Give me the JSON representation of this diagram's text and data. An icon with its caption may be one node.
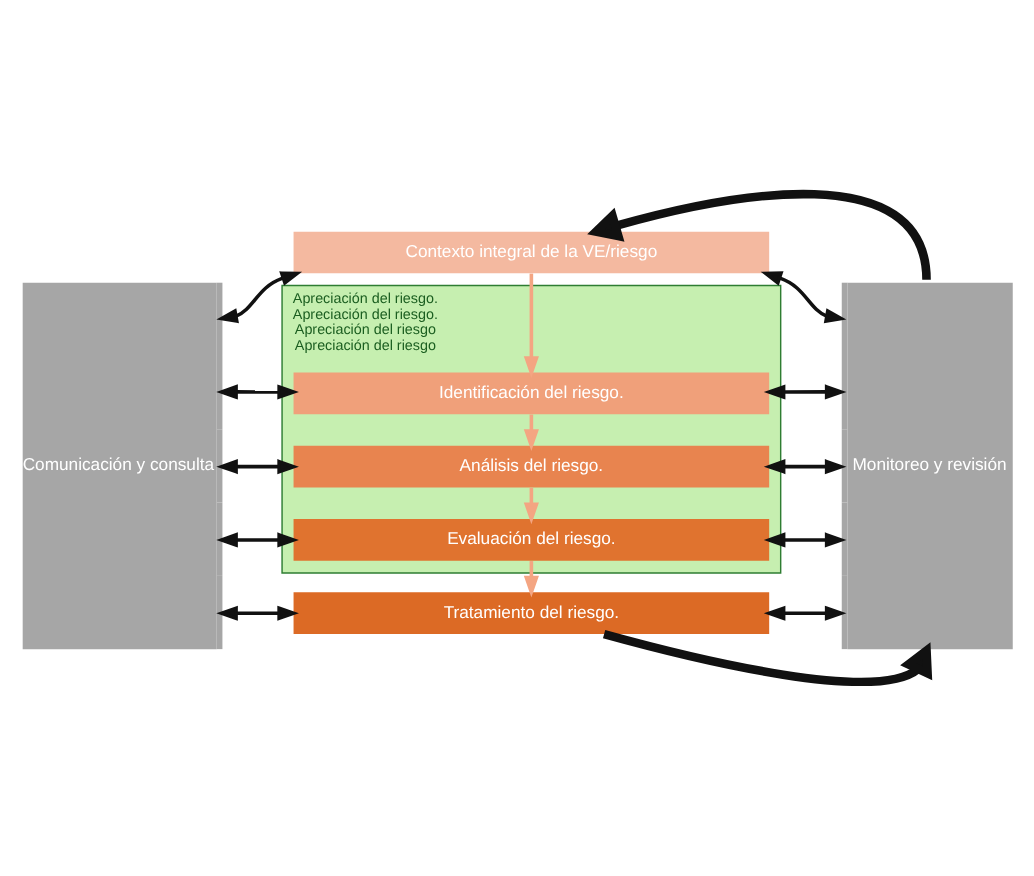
{
  "diagram": {
    "nodes": [
      {
        "text": [
          "Comunicación y consulta"
        ]
      },
      {
        "text": [
          "Contexto integral de la VE/riesgo"
        ]
      },
      {
        "text": [
          "Apreciación del riesgo.",
          "Apreciación del riesgo.",
          "Apreciación del riesgo",
          "Apreciación del riesgo"
        ]
      },
      {
        "text": [
          "Identificación del riesgo."
        ],
        "in": 2
      },
      {
        "text": [
          "Análisis del riesgo."
        ],
        "in": 2
      },
      {
        "text": [
          "Evaluación del riesgo."
        ],
        "in": 2
      },
      {
        "text": [
          "Tratamiento del riesgo."
        ]
      },
      {
        "text": [
          "Monitoreo y revisión"
        ]
      }
    ],
    "edges": [
      {
        "from": 1,
        "to": 3,
        "arrow": "to",
        "color": "#f4a582"
      },
      {
        "from": 3,
        "to": 4,
        "arrow": "to",
        "color": "#f4a582"
      },
      {
        "from": 4,
        "to": 5,
        "arrow": "to",
        "color": "#f4a582"
      },
      {
        "from": 5,
        "to": 6,
        "arrow": "to",
        "color": "#f4a582"
      },
      {
        "from": 0,
        "to": 1,
        "arrow": "both"
      },
      {
        "from": 0,
        "to": 3,
        "arrow": "both"
      },
      {
        "from": 0,
        "to": 4,
        "arrow": "both"
      },
      {
        "from": 0,
        "to": 5,
        "arrow": "both"
      },
      {
        "from": 0,
        "to": 6,
        "arrow": "both"
      },
      {
        "from": 1,
        "to": 7,
        "arrow": "both"
      },
      {
        "from": 3,
        "to": 7,
        "arrow": "both"
      },
      {
        "from": 4,
        "to": 7,
        "arrow": "both"
      },
      {
        "from": 5,
        "to": 7,
        "arrow": "both"
      },
      {
        "from": 6,
        "to": 7,
        "arrow": "both"
      },
      {
        "from": 6,
        "to": 7,
        "arrow": "to",
        "style": "thick"
      },
      {
        "from": 7,
        "to": 1,
        "arrow": "to",
        "style": "thick"
      }
    ]
  }
}
